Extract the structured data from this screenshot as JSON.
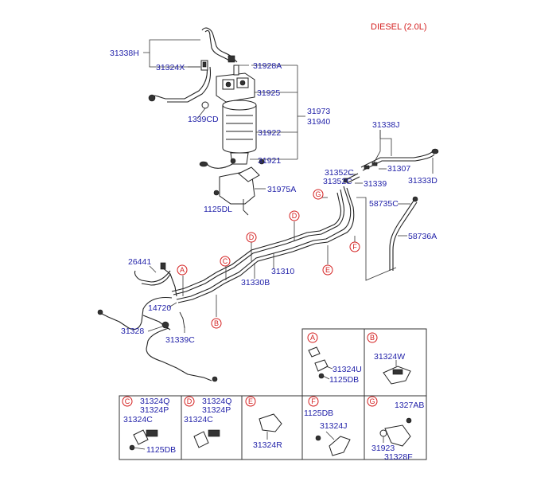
{
  "title": "DIESEL (2.0L)",
  "parts": {
    "p31338H": "31338H",
    "p31324X": "31324X",
    "p31928A": "31928A",
    "p31925": "31925",
    "p31973": "31973",
    "p31940": "31940",
    "p1339CD": "1339CD",
    "p31922": "31922",
    "p31921": "31921",
    "p31975A": "31975A",
    "p1125DL": "1125DL",
    "p31338J": "31338J",
    "p31352C_a": "31352C",
    "p31307": "31307",
    "p31352C_b": "31352C",
    "p31339": "31339",
    "p31333D": "31333D",
    "p58735C": "58735C",
    "p58736A": "58736A",
    "p26441": "26441",
    "p31310": "31310",
    "p31330B": "31330B",
    "p14720": "14720",
    "p31328": "31328",
    "p31339C": "31339C"
  },
  "callouts": {
    "A": "A",
    "B": "B",
    "C": "C",
    "D": "D",
    "E": "E",
    "F": "F",
    "G": "G"
  },
  "detail_boxes": {
    "A": {
      "tag": "A",
      "parts": [
        "31324U",
        "1125DB"
      ]
    },
    "B": {
      "tag": "B",
      "parts": [
        "31324W"
      ]
    },
    "C": {
      "tag": "C",
      "parts": [
        "31324Q",
        "31324P",
        "31324C",
        "1125DB"
      ]
    },
    "D": {
      "tag": "D",
      "parts": [
        "31324Q",
        "31324P",
        "31324C"
      ]
    },
    "E": {
      "tag": "E",
      "parts": [
        "31324R"
      ]
    },
    "F": {
      "tag": "F",
      "parts": [
        "1125DB",
        "31324J"
      ]
    },
    "G": {
      "tag": "G",
      "parts": [
        "1327AB",
        "31923",
        "31328F"
      ]
    }
  }
}
